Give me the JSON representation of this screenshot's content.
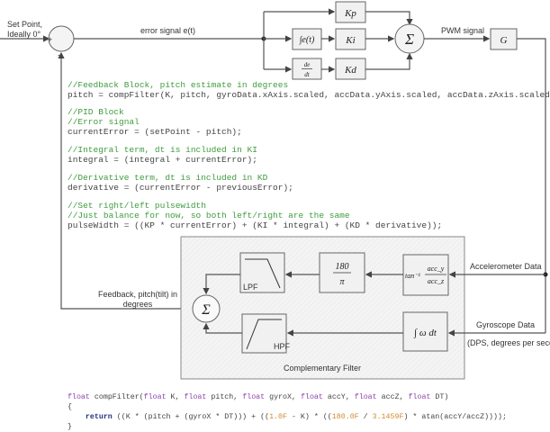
{
  "diagram": {
    "setpoint_label": [
      "Set Point,",
      "Ideally 0°"
    ],
    "plus_sign": "+",
    "minus_sign": "-",
    "error_label": "error signal e(t)",
    "blocks": {
      "kp": "Kp",
      "ki": "Ki",
      "kd": "Kd",
      "integral": "∫e(t)",
      "derivative_num": "de",
      "derivative_den": "dt",
      "sum": "Σ",
      "gain": "G",
      "rad_to_deg_num": "180",
      "rad_to_deg_den": "π",
      "atan_prefix": "tan⁻¹",
      "atan_num": "acc_y",
      "atan_den": "acc_z",
      "gyro_integral": "∫ ω dt",
      "lpf": "LPF",
      "hpf": "HPF"
    },
    "pwm_label": "PWM signal",
    "accel_label": "Accelerometer Data",
    "gyro_label": "Gyroscope Data",
    "gyro_units": "(DPS, degrees per second)",
    "feedback_label": [
      "Feedback, pitch(tilt) in",
      "degrees"
    ],
    "filter_title": "Complementary Filter"
  },
  "code_block": [
    {
      "type": "comment",
      "text": "//Feedback Block, pitch estimate in degrees"
    },
    {
      "type": "code",
      "text": "pitch = compFilter(K, pitch, gyroData.xAxis.scaled, accData.yAxis.scaled, accData.zAxis.scaled, DT);"
    },
    {
      "type": "comment",
      "text": "//PID Block"
    },
    {
      "type": "comment",
      "text": "//Error signal"
    },
    {
      "type": "code",
      "text": "currentError = (setPoint - pitch);"
    },
    {
      "type": "comment",
      "text": "//Integral term, dt is included in KI"
    },
    {
      "type": "code",
      "text": "integral = (integral + currentError);"
    },
    {
      "type": "comment",
      "text": "//Derivative term, dt is included in KD"
    },
    {
      "type": "code",
      "text": "derivative = (currentError - previousError);"
    },
    {
      "type": "comment",
      "text": "//Set right/left pulsewidth"
    },
    {
      "type": "comment",
      "text": "//Just balance for now, so both left/right are the same"
    },
    {
      "type": "code",
      "text": "pulseWidth = ((KP * currentError) + (KI * integral) + (KD * derivative));"
    }
  ],
  "function_code": [
    [
      {
        "c": "kw",
        "t": "float"
      },
      {
        "c": "",
        "t": " compFilter("
      },
      {
        "c": "kw",
        "t": "float"
      },
      {
        "c": "",
        "t": " K, "
      },
      {
        "c": "kw",
        "t": "float"
      },
      {
        "c": "",
        "t": " pitch, "
      },
      {
        "c": "kw",
        "t": "float"
      },
      {
        "c": "",
        "t": " gyroX, "
      },
      {
        "c": "kw",
        "t": "float"
      },
      {
        "c": "",
        "t": " accY, "
      },
      {
        "c": "kw",
        "t": "float"
      },
      {
        "c": "",
        "t": " accZ, "
      },
      {
        "c": "kw",
        "t": "float"
      },
      {
        "c": "",
        "t": " DT)"
      }
    ],
    [
      {
        "c": "",
        "t": "{"
      }
    ],
    [
      {
        "c": "ret",
        "t": "    return"
      },
      {
        "c": "",
        "t": " ((K * (pitch + (gyroX * DT))) + (("
      },
      {
        "c": "num",
        "t": "1.0F"
      },
      {
        "c": "",
        "t": " - K) * (("
      },
      {
        "c": "num",
        "t": "180.0F"
      },
      {
        "c": "",
        "t": " / "
      },
      {
        "c": "num",
        "t": "3.1459F"
      },
      {
        "c": "",
        "t": ") * atan(accY/accZ))));"
      }
    ],
    [
      {
        "c": "",
        "t": "}"
      }
    ]
  ],
  "colors": {
    "comment": "#3f9c3f",
    "keyword": "#8e44ad",
    "number": "#d08a2c",
    "return": "#1f2f7a"
  }
}
